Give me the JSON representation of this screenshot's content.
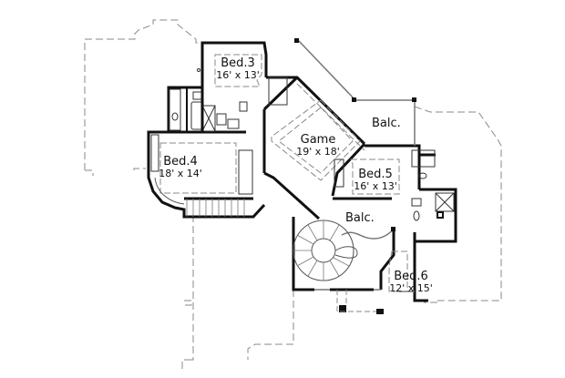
{
  "plan": {
    "type": "second floor plan",
    "rooms": [
      {
        "id": "bed3",
        "name": "Bed.3",
        "dims": "16' x 13'"
      },
      {
        "id": "game",
        "name": "Game",
        "dims": "19' x 18'"
      },
      {
        "id": "bed4",
        "name": "Bed.4",
        "dims": "18' x 14'"
      },
      {
        "id": "bed5",
        "name": "Bed.5",
        "dims": "16' x 13'"
      },
      {
        "id": "bed6",
        "name": "Bed.6",
        "dims": "12' x 15'"
      }
    ],
    "balconies": [
      {
        "id": "balc-upper",
        "name": "Balc."
      },
      {
        "id": "balc-lower",
        "name": "Balc."
      }
    ],
    "colors": {
      "wall": "#111111",
      "thin_line": "#555555",
      "dashed_outline": "#888888",
      "background": "#ffffff"
    }
  }
}
